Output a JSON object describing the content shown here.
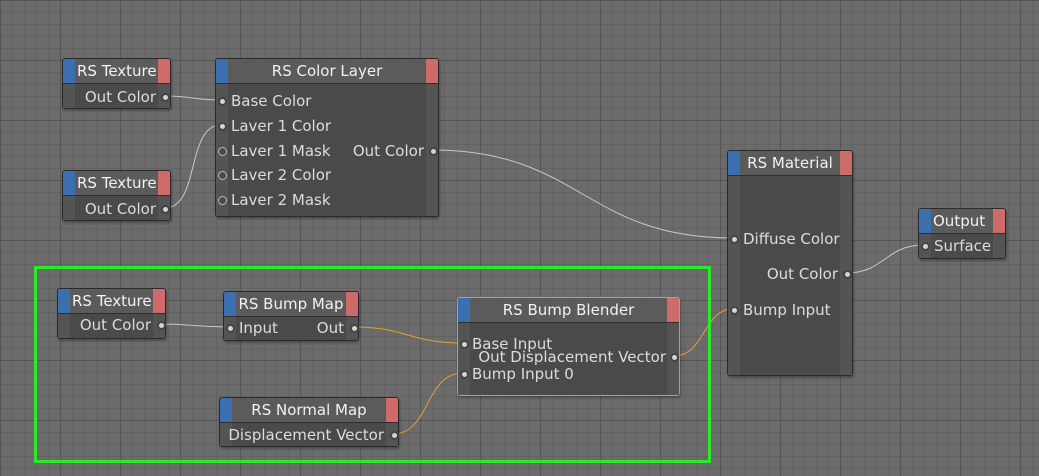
{
  "nodes": {
    "texture_1": {
      "title": "RS Texture",
      "out": "Out Color"
    },
    "texture_2": {
      "title": "RS Texture",
      "out": "Out Color"
    },
    "texture_3": {
      "title": "RS Texture",
      "out": "Out Color"
    },
    "color_layer": {
      "title": "RS Color Layer",
      "inputs": [
        "Base Color",
        "Laver 1 Color",
        "Laver 1 Mask",
        "Laver 2 Color",
        "Laver 2 Mask"
      ],
      "out": "Out Color"
    },
    "material": {
      "title": "RS Material",
      "inputs": [
        "Diffuse Color",
        "Bump Input"
      ],
      "out": "Out Color"
    },
    "output": {
      "title": "Output",
      "input": "Surface"
    },
    "bump_map": {
      "title": "RS Bump Map",
      "input": "Input",
      "out": "Out"
    },
    "bump_blender": {
      "title": "RS Bump Blender",
      "inputs": [
        "Base Input",
        "Bump Input 0"
      ],
      "out": "Out Displacement Vector"
    },
    "normal_map": {
      "title": "RS Normal Map",
      "out": "Displacement Vector"
    }
  },
  "colors": {
    "canvas": "#6b6b6b",
    "node_body": "#4a4a4b",
    "node_header": "#5b5b5c",
    "header_left_tab": "#3c6fb0",
    "header_right_tab": "#cf6a6a",
    "wire_default": "#c8c8c8",
    "wire_bump": "#e3a12f",
    "selected_node_border": "#e09a2c",
    "selection_frame": "#2bea2b"
  }
}
